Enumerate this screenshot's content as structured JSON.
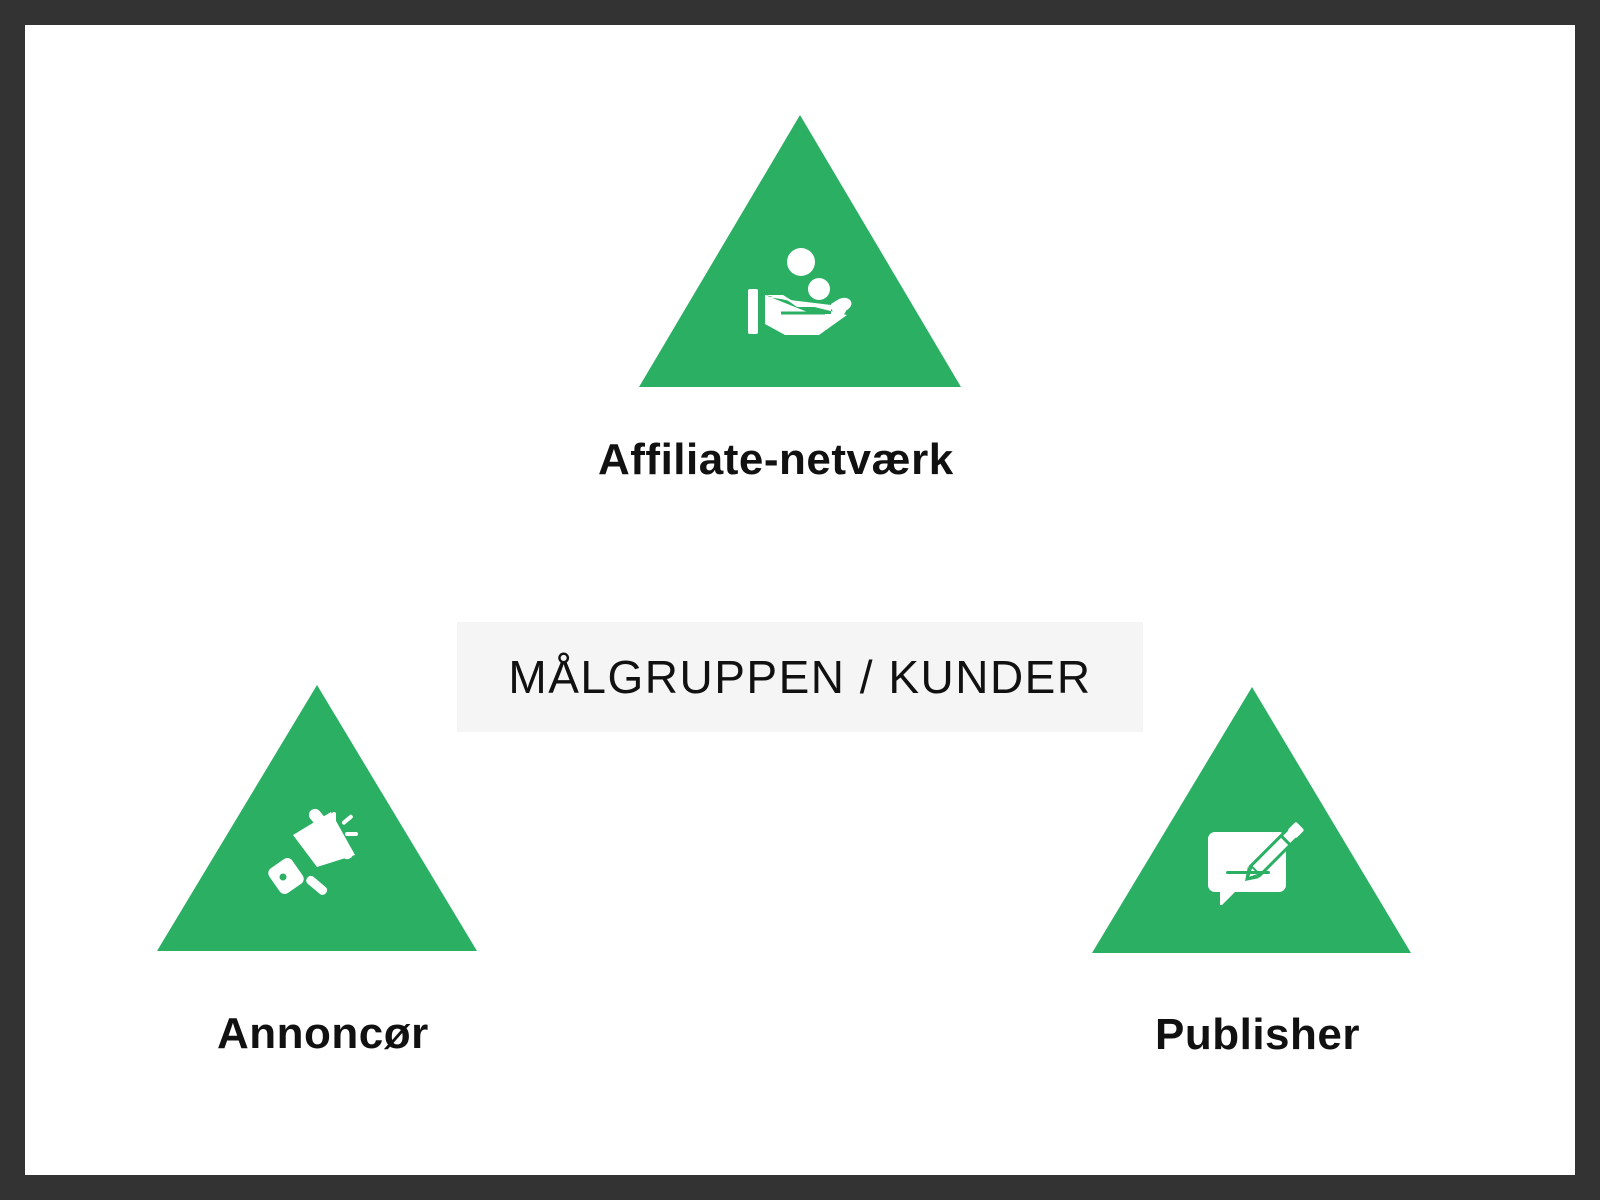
{
  "colors": {
    "frame": "#333333",
    "background": "#ffffff",
    "triangle": "#2aaf63",
    "icon": "#ffffff",
    "center_box": "#f5f5f5",
    "text": "#111111"
  },
  "nodes": {
    "top": {
      "label": "Affiliate-netværk",
      "icon": "hand-coins-icon"
    },
    "left": {
      "label": "Annoncør",
      "icon": "megaphone-icon"
    },
    "right": {
      "label": "Publisher",
      "icon": "chat-pen-icon"
    }
  },
  "center": {
    "label": "MÅLGRUPPEN / KUNDER"
  }
}
